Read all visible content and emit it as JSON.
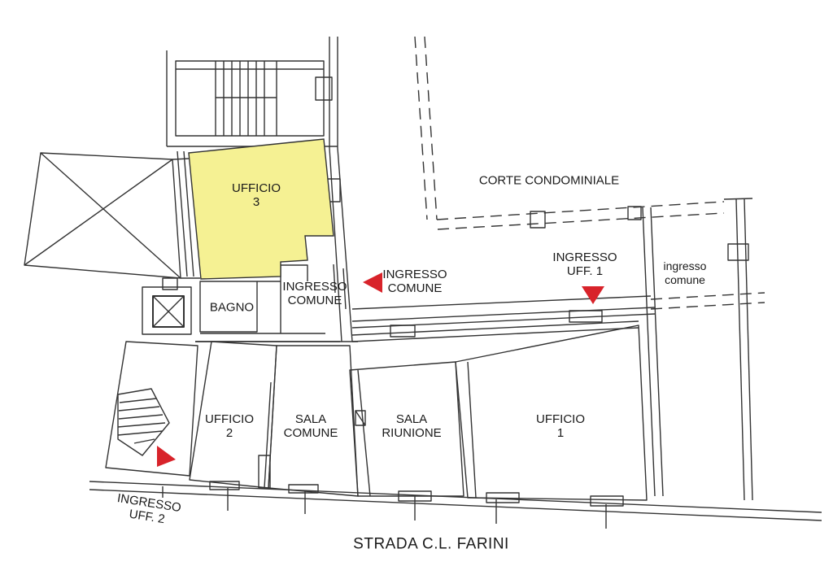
{
  "rooms": {
    "ufficio3": [
      "UFFICIO",
      "3"
    ],
    "bagno": "BAGNO",
    "ingresso_comune_inner": [
      "INGRESSO",
      "COMUNE"
    ],
    "ingresso_comune_arrow": [
      "INGRESSO",
      "COMUNE"
    ],
    "corte": "CORTE CONDOMINIALE",
    "ingresso_uff1": [
      "INGRESSO",
      "UFF. 1"
    ],
    "ingresso_comune_right": [
      "ingresso",
      "comune"
    ],
    "ufficio2": [
      "UFFICIO",
      "2"
    ],
    "sala_comune": [
      "SALA",
      "COMUNE"
    ],
    "sala_riunione": [
      "SALA",
      "RIUNIONE"
    ],
    "ufficio1": [
      "UFFICIO",
      "1"
    ],
    "ingresso_uff2": [
      "INGRESSO",
      "UFF. 2"
    ]
  },
  "street": "STRADA C.L. FARINI",
  "colors": {
    "highlight": "#f5f193",
    "arrow": "#d8232a",
    "lines": "#333333"
  },
  "icons": {
    "entrance": "triangle-arrow"
  }
}
